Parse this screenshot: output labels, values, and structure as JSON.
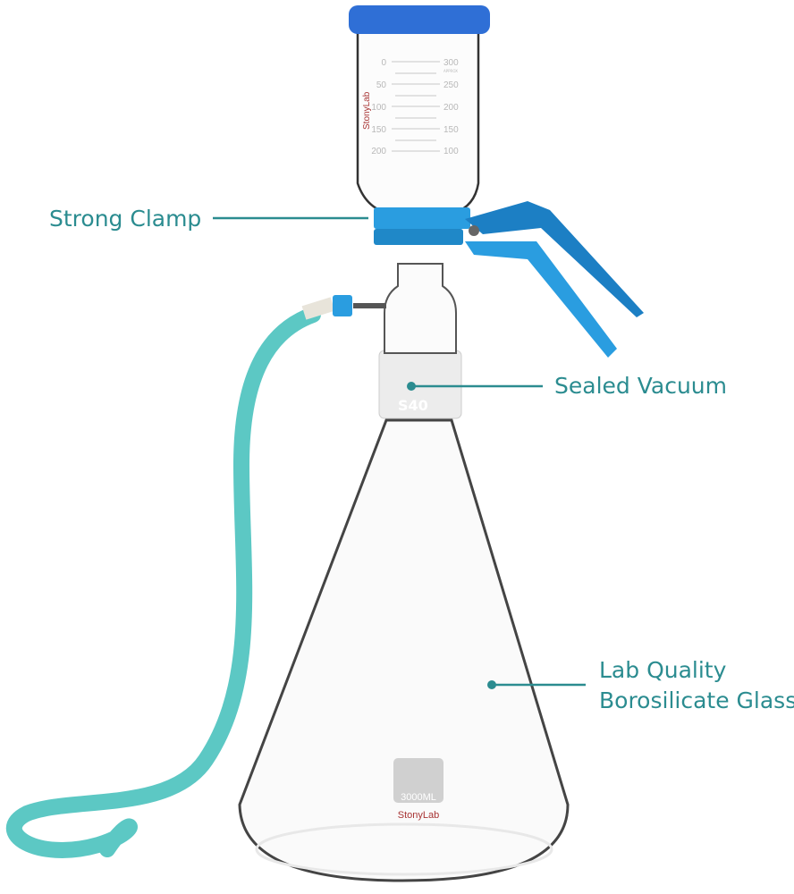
{
  "callouts": {
    "clamp": "Strong Clamp",
    "vacuum": "Sealed Vacuum",
    "glass_line1": "Lab Quality",
    "glass_line2": "Borosilicate Glass"
  },
  "funnel": {
    "brand": "StonyLab",
    "approx": "APPROX",
    "left_scale": [
      "0",
      "50",
      "100",
      "150",
      "200"
    ],
    "right_scale": [
      "300",
      "250",
      "200",
      "150",
      "100"
    ]
  },
  "joint_mark": "S40",
  "flask": {
    "capacity": "3000ML",
    "brand": "StonyLab"
  },
  "colors": {
    "accent": "#2b8c90",
    "clamp": "#2a9de0",
    "cap": "#2f6fd6",
    "hose": "#5cc8c4"
  }
}
